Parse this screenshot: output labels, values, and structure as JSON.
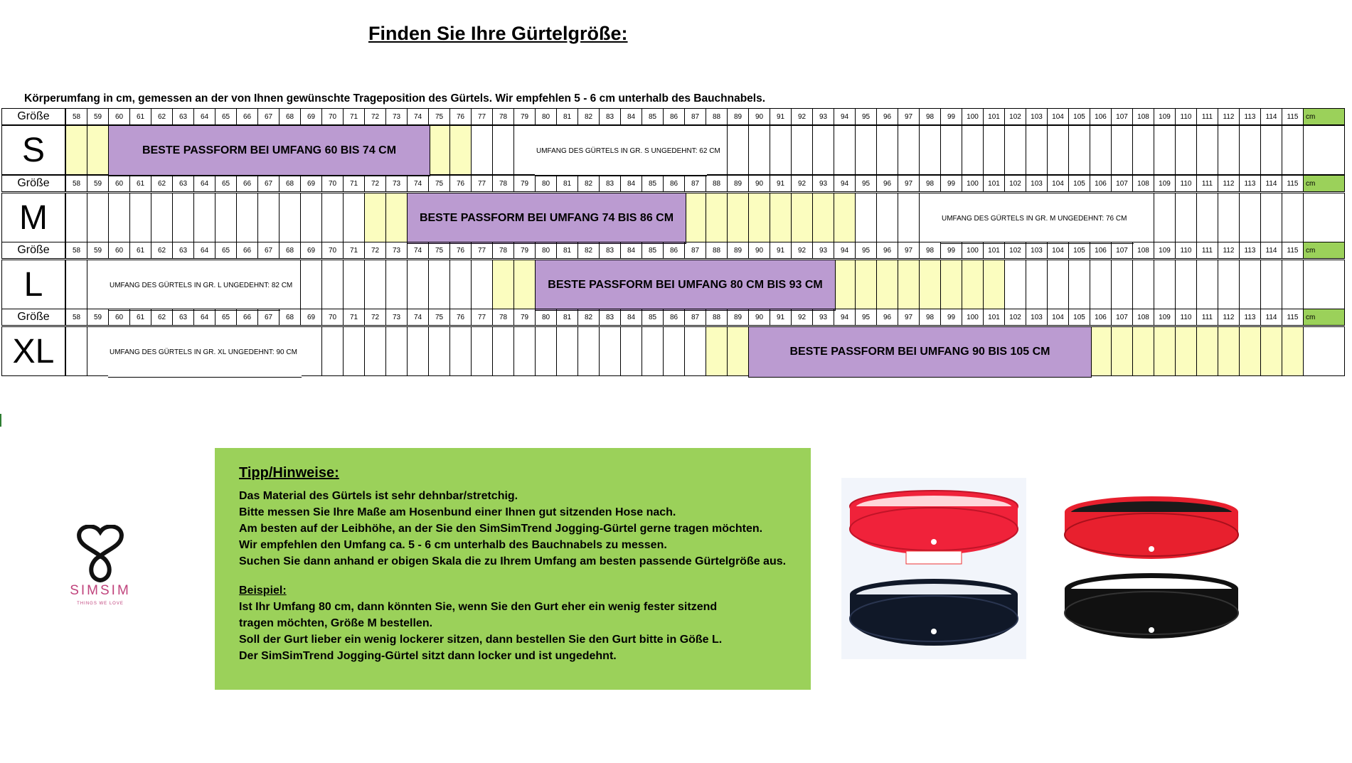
{
  "title": "Finden Sie Ihre Gürtelgröße:",
  "intro": "Körperumfang in cm, gemessen an der von Ihnen gewünschte Trageposition des Gürtels. Wir empfehlen 5 - 6 cm unterhalb des Bauchnabels.",
  "size_chart": {
    "header_label": "Größe",
    "unit": "cm",
    "columns": [
      "58",
      "59",
      "60",
      "61",
      "62",
      "63",
      "64",
      "65",
      "66",
      "67",
      "68",
      "69",
      "70",
      "71",
      "72",
      "73",
      "74",
      "75",
      "76",
      "77",
      "78",
      "79",
      "80",
      "81",
      "82",
      "83",
      "84",
      "85",
      "86",
      "87",
      "88",
      "89",
      "90",
      "91",
      "92",
      "93",
      "94",
      "95",
      "96",
      "97",
      "98",
      "99",
      "100",
      "101",
      "102",
      "103",
      "104",
      "105",
      "106",
      "107",
      "108",
      "109",
      "110",
      "111",
      "112",
      "113",
      "114",
      "115"
    ],
    "sizes": [
      {
        "size": "S",
        "best_text": "BESTE PASSFORM BEI UMFANG 60 BIS 74 CM",
        "best_from": "60",
        "best_to": "74",
        "fit_cells": [
          "58",
          "59",
          "75",
          "76"
        ],
        "note": "UMFANG DES GÜRTELS IN GR. S UNGEDEHNT: 62 CM",
        "note_from": "80",
        "note_to": "87"
      },
      {
        "size": "M",
        "best_text": "BESTE PASSFORM BEI UMFANG 74 BIS 86 CM",
        "best_from": "74",
        "best_to": "86",
        "fit_cells": [
          "72",
          "73",
          "87",
          "88",
          "89",
          "90",
          "91",
          "92",
          "93",
          "94"
        ],
        "note": "UMFANG DES GÜRTELS IN GR. M UNGEDEHNT: 76 CM",
        "note_from": "99",
        "note_to": "107"
      },
      {
        "size": "L",
        "best_text": "BESTE PASSFORM BEI UMFANG 80 CM BIS 93 CM",
        "best_from": "80",
        "best_to": "93",
        "fit_cells": [
          "78",
          "79",
          "94",
          "95",
          "96",
          "97",
          "98",
          "99",
          "100",
          "101"
        ],
        "note": "UMFANG DES GÜRTELS IN GR. L UNGEDEHNT: 82 CM",
        "note_from": "60",
        "note_to": "67"
      },
      {
        "size": "XL",
        "best_text": "BESTE PASSFORM BEI UMFANG 90 BIS 105 CM",
        "best_from": "90",
        "best_to": "105",
        "fit_cells": [
          "88",
          "89",
          "106",
          "107",
          "108",
          "109",
          "110",
          "111",
          "112",
          "113",
          "114",
          "115"
        ],
        "note": "UMFANG DES GÜRTELS IN GR. XL UNGEDEHNT: 90 CM",
        "note_from": "60",
        "note_to": "68"
      }
    ],
    "colors": {
      "best": "#bb9bd1",
      "fit": "#fbfdbf",
      "header_end": "#9bd15a",
      "grid": "#000000"
    }
  },
  "tips": {
    "heading": "Tipp/Hinweise:",
    "lines": [
      "Das Material des Gürtels ist sehr dehnbar/stretchig.",
      "Bitte messen Sie Ihre Maße am Hosenbund einer Ihnen gut sitzenden Hose nach.",
      "Am besten auf der Leibhöhe, an der Sie den SimSimTrend Jogging-Gürtel gerne tragen möchten.",
      "Wir empfehlen den Umfang ca.  5 - 6 cm unterhalb des Bauchnabels zu messen.",
      "Suchen Sie dann anhand er obigen Skala die zu Ihrem Umfang am besten passende Gürtelgröße aus."
    ],
    "example_heading": "Beispiel:",
    "example_lines": [
      "Ist Ihr Umfang 80 cm, dann könnten Sie, wenn Sie den Gurt eher ein wenig fester sitzend",
      "tragen möchten, Größe M bestellen.",
      "Soll der Gurt lieber ein wenig lockerer sitzen, dann bestellen Sie den Gurt bitte in Göße L.",
      "Der SimSimTrend Jogging-Gürtel sitzt dann locker und ist ungedehnt."
    ],
    "background": "#9bd15a"
  },
  "logo": {
    "brand": "SIMSIM",
    "tagline": "THINGS WE LOVE",
    "color": "#c0437c"
  },
  "product_images": [
    {
      "icon": "belt-photo-red-navy",
      "colors": [
        "#f0223a",
        "#101828"
      ]
    },
    {
      "icon": "belt-photo-red-black",
      "colors": [
        "#e8202e",
        "#111111"
      ]
    }
  ]
}
